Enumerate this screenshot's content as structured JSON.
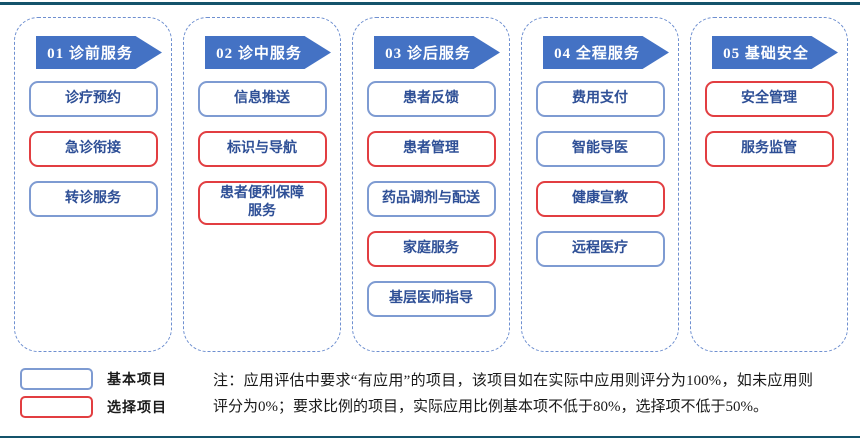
{
  "colors": {
    "rule": "#14536B",
    "header_bg": "#4472C4",
    "basic_border": "#7E9BD2",
    "optional_border": "#E23E41",
    "item_text": "#2E4F96",
    "container_border": "#6E8FD0"
  },
  "columns": [
    {
      "header": "01 诊前服务",
      "items": [
        {
          "label": "诊疗预约",
          "type": "basic"
        },
        {
          "label": "急诊衔接",
          "type": "optional"
        },
        {
          "label": "转诊服务",
          "type": "basic"
        }
      ]
    },
    {
      "header": "02 诊中服务",
      "items": [
        {
          "label": "信息推送",
          "type": "basic"
        },
        {
          "label": "标识与导航",
          "type": "optional"
        },
        {
          "label": "患者便利保障服务",
          "type": "optional",
          "wrap": true
        }
      ]
    },
    {
      "header": "03 诊后服务",
      "items": [
        {
          "label": "患者反馈",
          "type": "basic"
        },
        {
          "label": "患者管理",
          "type": "optional"
        },
        {
          "label": "药品调剂与配送",
          "type": "basic"
        },
        {
          "label": "家庭服务",
          "type": "optional"
        },
        {
          "label": "基层医师指导",
          "type": "basic"
        }
      ]
    },
    {
      "header": "04 全程服务",
      "items": [
        {
          "label": "费用支付",
          "type": "basic"
        },
        {
          "label": "智能导医",
          "type": "basic"
        },
        {
          "label": "健康宣教",
          "type": "optional"
        },
        {
          "label": "远程医疗",
          "type": "basic"
        }
      ]
    },
    {
      "header": "05 基础安全",
      "items": [
        {
          "label": "安全管理",
          "type": "optional"
        },
        {
          "label": "服务监管",
          "type": "optional"
        }
      ]
    }
  ],
  "legend": {
    "items": [
      {
        "label": "基本项目",
        "type": "basic"
      },
      {
        "label": "选择项目",
        "type": "optional"
      }
    ]
  },
  "note": "注：应用评估中要求“有应用”的项目，该项目如在实际中应用则评分为100%，如未应用则评分为0%；要求比例的项目，实际应用比例基本项不低于80%，选择项不低于50%。"
}
